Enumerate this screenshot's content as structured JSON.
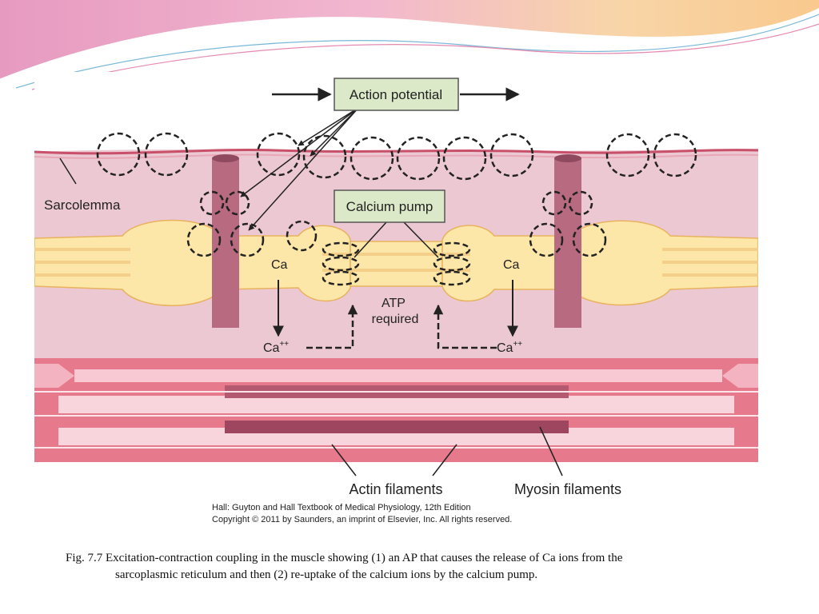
{
  "labels": {
    "action_potential": "Action potential",
    "calcium_pump": "Calcium pump",
    "sarcolemma": "Sarcolemma",
    "ca_left": "Ca",
    "ca_right": "Ca",
    "ca_ion_left": "Ca",
    "ca_ion_right": "Ca",
    "ion_charge": "++",
    "atp_line1": "ATP",
    "atp_line2": "required",
    "actin": "Actin filaments",
    "myosin": "Myosin filaments"
  },
  "credit": {
    "line1": "Hall: Guyton and Hall Textbook of Medical Physiology, 12th Edition",
    "line2": "Copyright © 2011 by Saunders, an imprint of Elsevier, Inc. All rights reserved."
  },
  "caption": {
    "line1": "Fig. 7.7  Excitation-contraction coupling in the muscle showing (1) an AP that causes the release of Ca ions from the",
    "line2": "sarcoplasmic reticulum and then (2) re-uptake of the calcium ions by the calcium pump."
  },
  "colors": {
    "cell_body": "#ecc8d2",
    "sarcolemma_line": "#c8506a",
    "t_tubule": "#b76a80",
    "sr_fill": "#fce6a8",
    "myofibril": "#e7798d",
    "label_box": "#dbe9c8",
    "banner_pink": "#e06aa2",
    "banner_orange": "#f6c27a"
  }
}
